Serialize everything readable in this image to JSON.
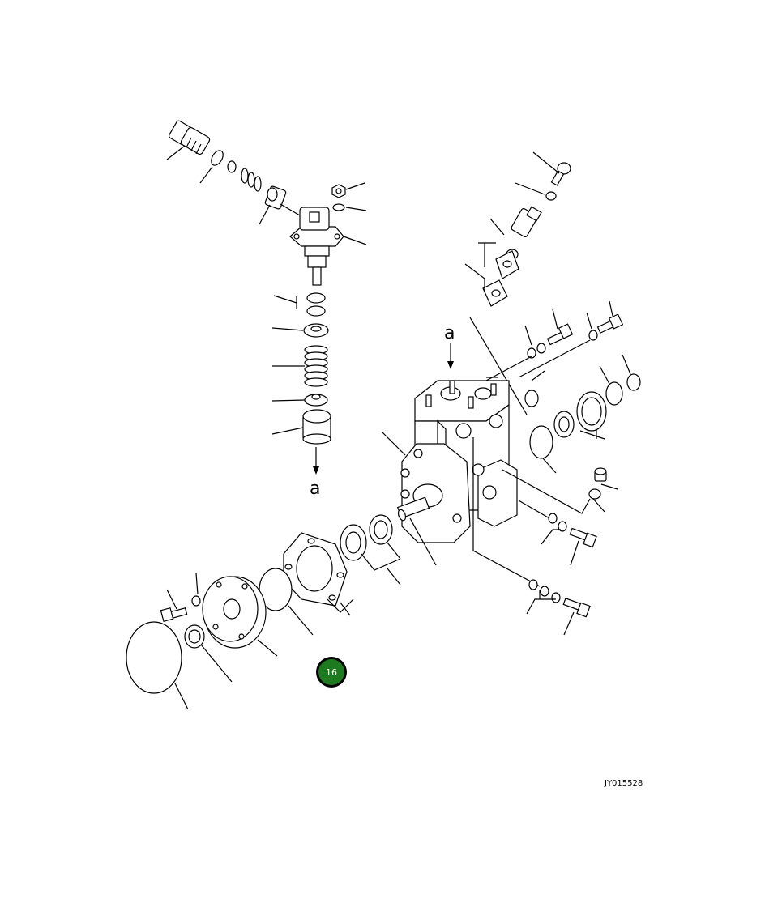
{
  "diagram": {
    "view_label_top": "a",
    "view_label_bottom": "a",
    "drawing_code": "JY015528",
    "badge": {
      "number": "16",
      "color": "#1e7a1e",
      "ring_color": "#000000"
    }
  }
}
